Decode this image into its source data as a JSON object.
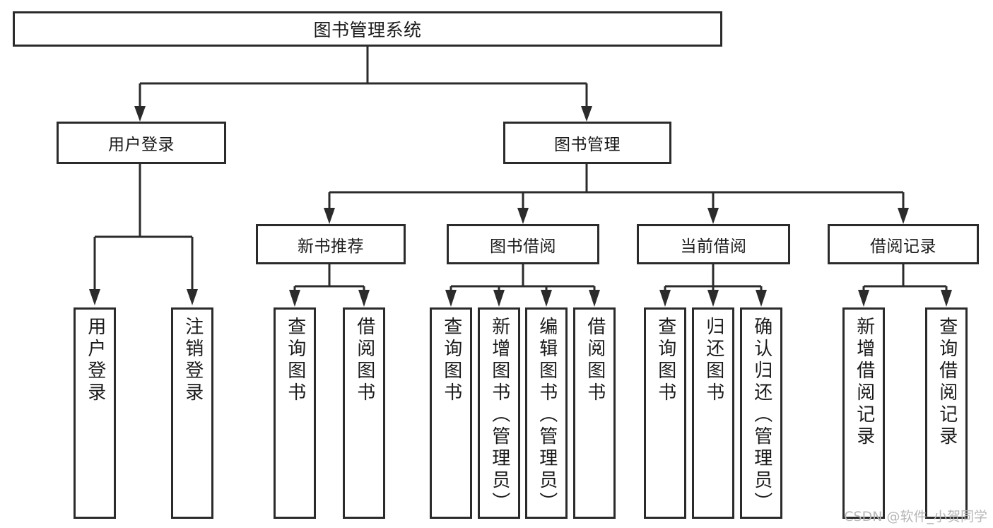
{
  "diagram": {
    "title": "图书管理系统",
    "type": "tree",
    "watermark": "CSDN @软件_小贺同学",
    "colors": {
      "stroke": "#2b2b2b",
      "fill": "#ffffff",
      "text": "#1a1a1a",
      "watermark": "#b6b6b6"
    },
    "root": {
      "label": "图书管理系统"
    },
    "level2": [
      {
        "label": "用户登录"
      },
      {
        "label": "图书管理"
      }
    ],
    "level3": [
      {
        "label": "新书推荐"
      },
      {
        "label": "图书借阅"
      },
      {
        "label": "当前借阅"
      },
      {
        "label": "借阅记录"
      }
    ],
    "leaves": {
      "user_login": [
        {
          "label": "用户登录"
        },
        {
          "label": "注销登录"
        }
      ],
      "new_book_recommend": [
        {
          "label": "查询图书"
        },
        {
          "label": "借阅图书"
        }
      ],
      "book_borrow": [
        {
          "label": "查询图书"
        },
        {
          "label": "新增图书（管理员）"
        },
        {
          "label": "编辑图书（管理员）"
        },
        {
          "label": "借阅图书"
        }
      ],
      "current_borrow": [
        {
          "label": "查询图书"
        },
        {
          "label": "归还图书"
        },
        {
          "label": "确认归还（管理员）"
        }
      ],
      "borrow_record": [
        {
          "label": "新增借阅记录"
        },
        {
          "label": "查询借阅记录"
        }
      ]
    }
  }
}
